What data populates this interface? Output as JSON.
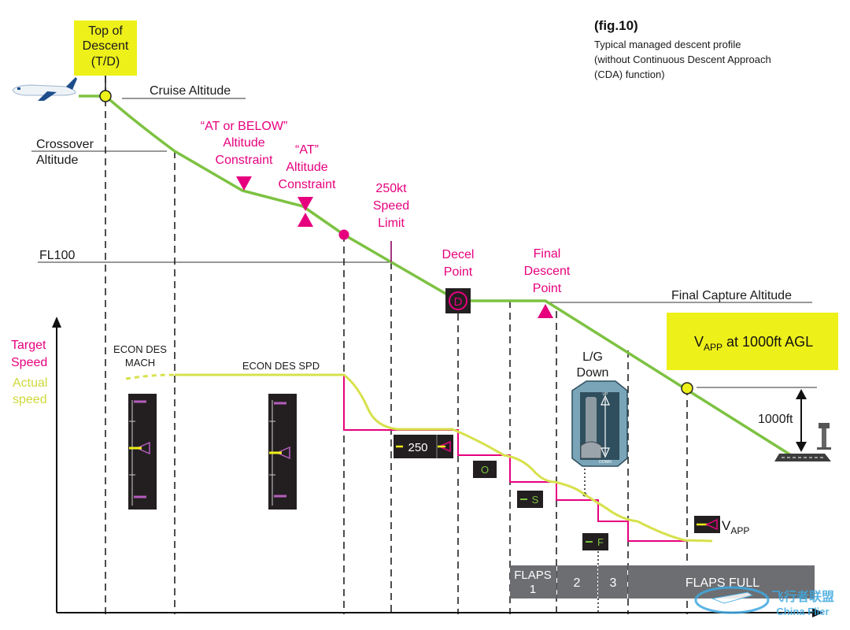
{
  "figure": {
    "id": "(fig.10)",
    "caption_lines": [
      "Typical managed descent profile",
      "(without Continuous Descent Approach",
      "(CDA) function)"
    ]
  },
  "labels": {
    "tod_lines": [
      "Top of",
      "Descent",
      "(T/D)"
    ],
    "cruise_altitude": "Cruise Altitude",
    "crossover_lines": [
      "Crossover",
      "Altitude"
    ],
    "fl100": "FL100",
    "at_or_below_lines": [
      "“AT or BELOW”",
      "Altitude",
      "Constraint"
    ],
    "at_lines": [
      "“AT”",
      "Altitude",
      "Constraint"
    ],
    "speed_limit_lines": [
      "250kt",
      "Speed",
      "Limit"
    ],
    "decel_lines": [
      "Decel",
      "Point"
    ],
    "decel_symbol": "D",
    "fdp_lines": [
      "Final",
      "Descent",
      "Point"
    ],
    "final_capture": "Final Capture Altitude",
    "vapp_box_main": "V",
    "vapp_box_sub": "APP",
    "vapp_box_rest": " at 1000ft AGL",
    "target_speed_lines": [
      "Target",
      "Speed"
    ],
    "actual_speed_lines": [
      "Actual",
      "speed"
    ],
    "econ_mach_lines": [
      "ECON DES",
      "MACH"
    ],
    "econ_spd": "ECON DES SPD",
    "lg_down_lines": [
      "L/G",
      "Down"
    ],
    "lever_up": "UP",
    "lever_down": "DOWN",
    "ft1000": "1000ft",
    "spd_250": "250",
    "o_symbol": "O",
    "s_symbol": "S",
    "f_symbol": "F",
    "vapp_main": "V",
    "vapp_sub": "APP",
    "watermark_cn": "飞行者联盟",
    "watermark_en": "China Flier"
  },
  "flaps": {
    "cells": [
      {
        "lines": [
          "FLAPS",
          "1"
        ]
      },
      {
        "lines": [
          "2"
        ]
      },
      {
        "lines": [
          "3"
        ]
      },
      {
        "lines": [
          "FLAPS FULL"
        ]
      }
    ]
  },
  "colors": {
    "profile_green": "#7dc242",
    "target_magenta": "#e6007e",
    "actual_yellow": "#d7e14c",
    "highlight_box": "#eef01a",
    "flaps_gray": "#6d6e71",
    "tape_black": "#231f20"
  }
}
